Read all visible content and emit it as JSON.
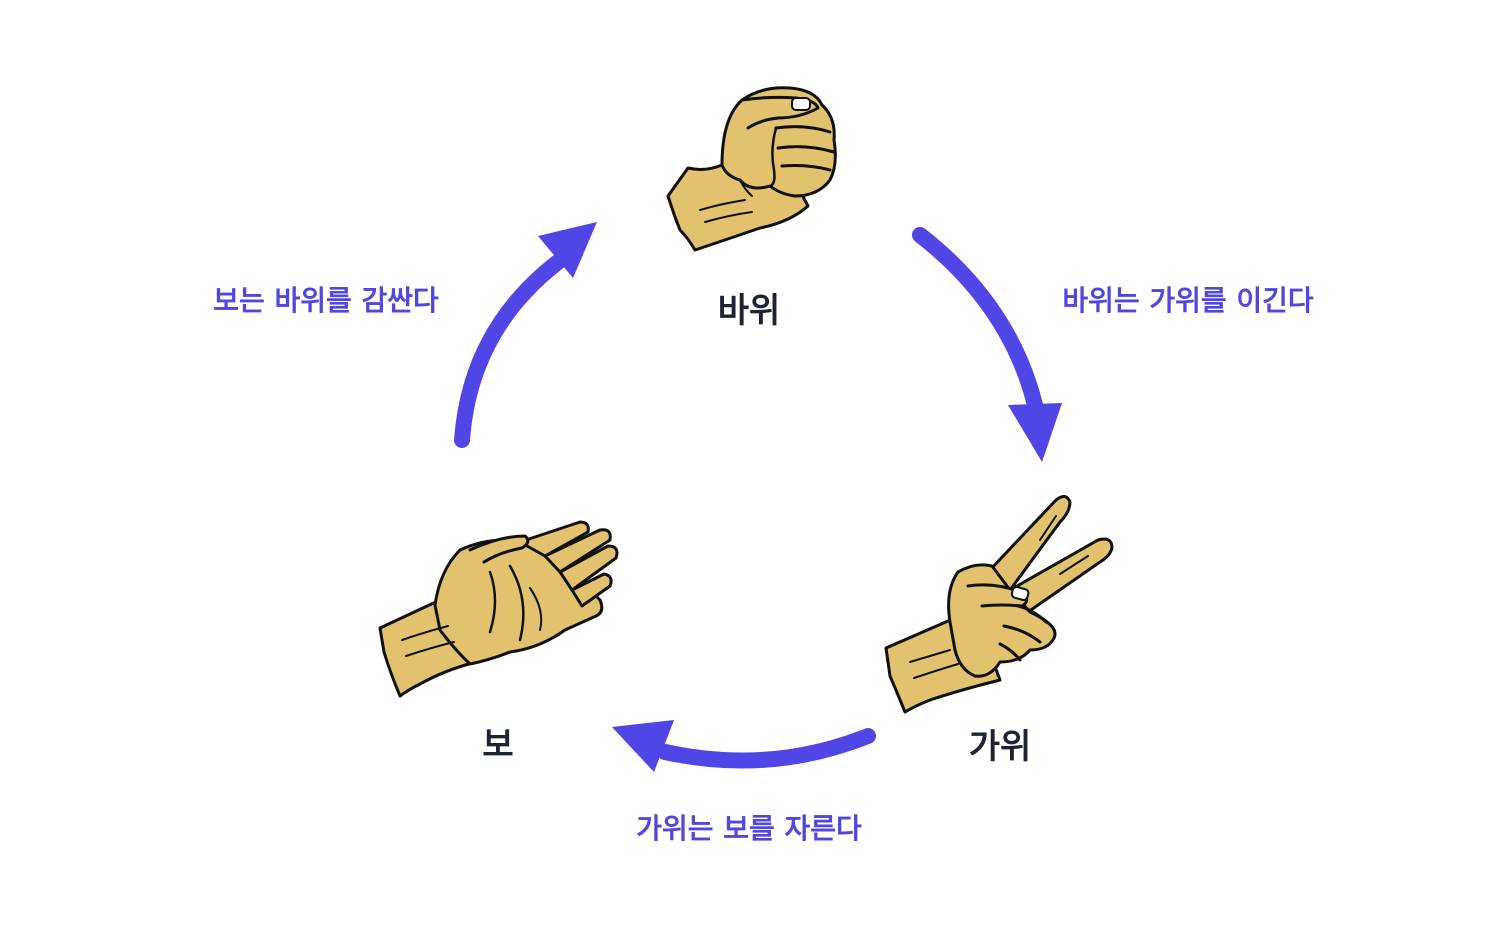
{
  "colors": {
    "arrow": "#4f46e5",
    "edge_text": "#5046e0",
    "node_text": "#1c2433",
    "skin": "#e2c26e",
    "skin_shadow": "#c9a64f",
    "outline": "#111111"
  },
  "nodes": [
    {
      "id": "rock",
      "label": "바위",
      "icon": "fist-hand-icon"
    },
    {
      "id": "scissors",
      "label": "가위",
      "icon": "v-sign-hand-icon"
    },
    {
      "id": "paper",
      "label": "보",
      "icon": "open-palm-hand-icon"
    }
  ],
  "edges": [
    {
      "from": "rock",
      "to": "scissors",
      "label": "바위는 가위를 이긴다"
    },
    {
      "from": "scissors",
      "to": "paper",
      "label": "가위는 보를 자른다"
    },
    {
      "from": "paper",
      "to": "rock",
      "label": "보는 바위를 감싼다"
    }
  ]
}
